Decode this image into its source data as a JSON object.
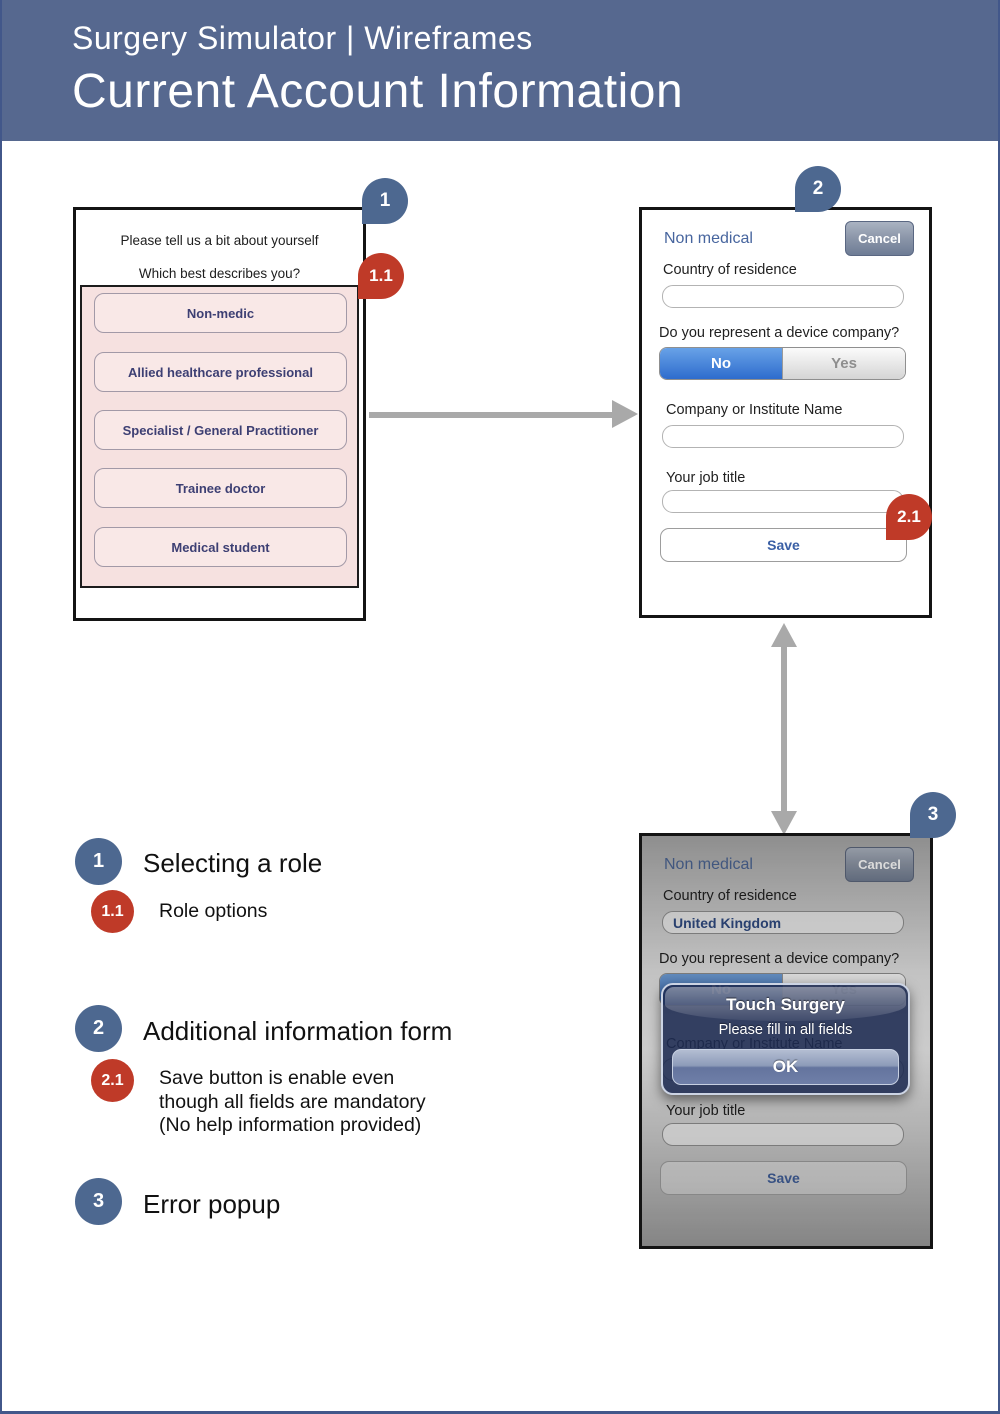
{
  "header": {
    "subtitle": "Surgery Simulator | Wireframes",
    "title": "Current Account Information"
  },
  "colors": {
    "header_bg": "#56688F",
    "marker_blue": "#4D6890",
    "marker_red": "#BF3A28",
    "ios_blue": "#2E6CCD",
    "panel_pink": "#F6E1E0",
    "arrow_gray": "#A9A9A9"
  },
  "screen1": {
    "marker": "1",
    "panel_marker": "1.1",
    "title": "Please tell us a bit about yourself",
    "question": "Which best describes you?",
    "options": [
      "Non-medic",
      "Allied healthcare professional",
      "Specialist / General Practitioner",
      "Trainee doctor",
      "Medical student"
    ]
  },
  "screen2": {
    "marker": "2",
    "save_marker": "2.1",
    "nav_title": "Non medical",
    "cancel_label": "Cancel",
    "country_label": "Country of residence",
    "device_question": "Do you represent a device company?",
    "toggle_no": "No",
    "toggle_yes": "Yes",
    "company_label": "Company or Institute Name",
    "job_label": "Your job title",
    "save_label": "Save"
  },
  "screen3": {
    "marker": "3",
    "nav_title": "Non medical",
    "cancel_label": "Cancel",
    "country_label": "Country of residence",
    "country_value": "United Kingdom",
    "device_question": "Do you represent a device company?",
    "toggle_no": "No",
    "toggle_yes": "Yes",
    "company_label": "Company or Institute Name",
    "job_label": "Your job title",
    "save_label": "Save",
    "popup": {
      "title": "Touch Surgery",
      "message": "Please fill in all fields",
      "ok_label": "OK"
    }
  },
  "legend": {
    "items": [
      {
        "badge": "1",
        "text": "Selecting a role"
      },
      {
        "badge": "1.1",
        "text": "Role options"
      },
      {
        "badge": "2",
        "text": "Additional information form"
      },
      {
        "badge": "2.1",
        "lines": [
          "Save button is enable even",
          "though all fields are mandatory",
          "(No help information provided)"
        ]
      },
      {
        "badge": "3",
        "text": "Error popup"
      }
    ]
  }
}
